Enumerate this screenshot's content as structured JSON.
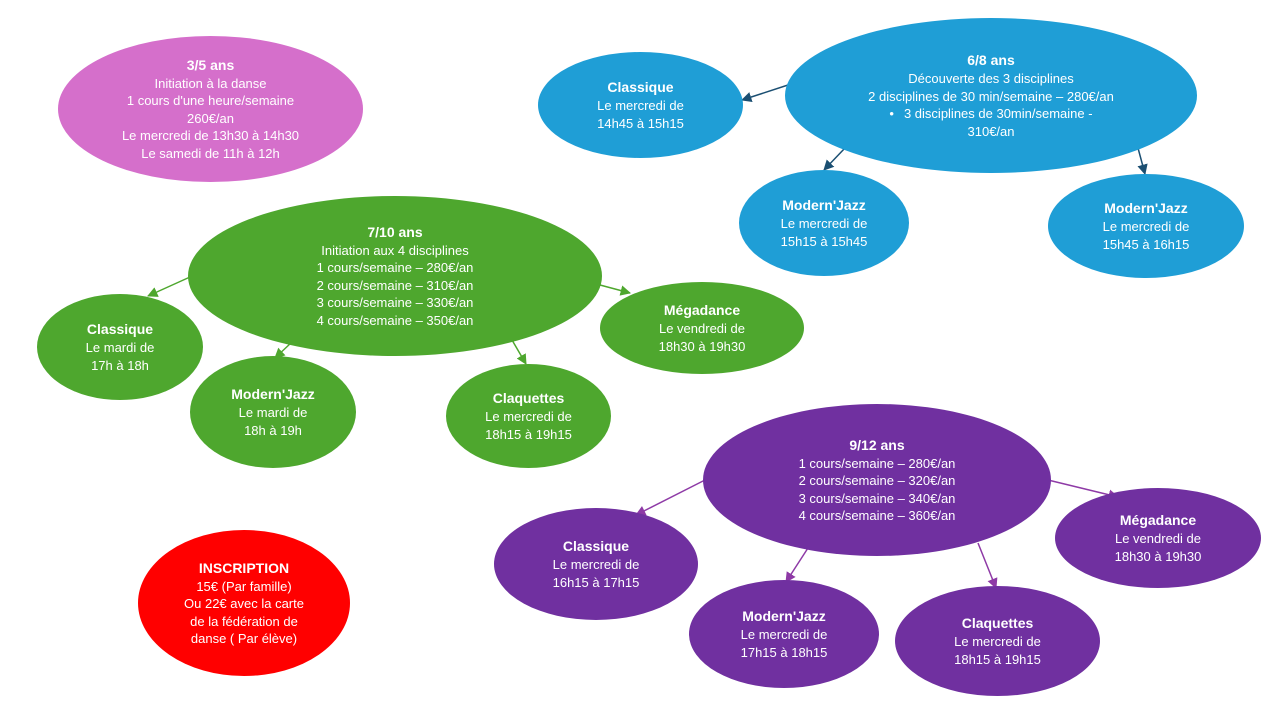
{
  "colors": {
    "pink": "#d56fcb",
    "blue": "#1f9ed6",
    "green": "#4ea72e",
    "purple": "#7030a0",
    "red": "#ff0000",
    "blue_arrow": "#1b4f72",
    "green_arrow": "#4ea72e",
    "purple_arrow": "#8e3aa6"
  },
  "age_3_5": {
    "title": "3/5 ans",
    "lines": [
      "Initiation à la danse",
      "1 cours d'une heure/semaine",
      "260€/an",
      "Le mercredi de 13h30 à 14h30",
      "Le samedi de 11h à 12h"
    ]
  },
  "age_6_8": {
    "title": "6/8 ans",
    "lines": [
      "Découverte des 3 disciplines",
      "2 disciplines  de 30 min/semaine – 280€/an",
      "3 disciplines de 30min/semaine -",
      "310€/an"
    ],
    "classique": {
      "title": "Classique",
      "lines": [
        "Le mercredi de",
        "14h45 à 15h15"
      ]
    },
    "modern_jazz_1": {
      "title": "Modern'Jazz",
      "lines": [
        "Le mercredi de",
        "15h15 à 15h45"
      ]
    },
    "modern_jazz_2": {
      "title": "Modern'Jazz",
      "lines": [
        "Le mercredi de",
        "15h45 à 16h15"
      ]
    }
  },
  "age_7_10": {
    "title": "7/10 ans",
    "lines": [
      "Initiation aux 4 disciplines",
      "1 cours/semaine – 280€/an",
      "2 cours/semaine – 310€/an",
      "3 cours/semaine – 330€/an",
      "4 cours/semaine – 350€/an"
    ],
    "classique": {
      "title": "Classique",
      "lines": [
        "Le mardi de",
        "17h à 18h"
      ]
    },
    "modern_jazz": {
      "title": "Modern'Jazz",
      "lines": [
        "Le mardi de",
        "18h à 19h"
      ]
    },
    "claquettes": {
      "title": "Claquettes",
      "lines": [
        "Le mercredi de",
        "18h15 à 19h15"
      ]
    },
    "megadance": {
      "title": "Mégadance",
      "lines": [
        "Le vendredi de",
        "18h30 à 19h30"
      ]
    }
  },
  "age_9_12": {
    "title": "9/12 ans",
    "lines": [
      "1 cours/semaine – 280€/an",
      "2 cours/semaine – 320€/an",
      "3 cours/semaine – 340€/an",
      "4 cours/semaine – 360€/an"
    ],
    "classique": {
      "title": "Classique",
      "lines": [
        "Le mercredi de",
        "16h15 à 17h15"
      ]
    },
    "modern_jazz": {
      "title": "Modern'Jazz",
      "lines": [
        "Le mercredi de",
        "17h15 à 18h15"
      ]
    },
    "claquettes": {
      "title": "Claquettes",
      "lines": [
        "Le mercredi de",
        "18h15 à 19h15"
      ]
    },
    "megadance": {
      "title": "Mégadance",
      "lines": [
        "Le vendredi de",
        "18h30 à 19h30"
      ]
    }
  },
  "inscription": {
    "title": "INSCRIPTION",
    "lines": [
      "15€ (Par famille)",
      "Ou 22€ avec la carte",
      "de la fédération de",
      "danse ( Par élève)"
    ]
  }
}
